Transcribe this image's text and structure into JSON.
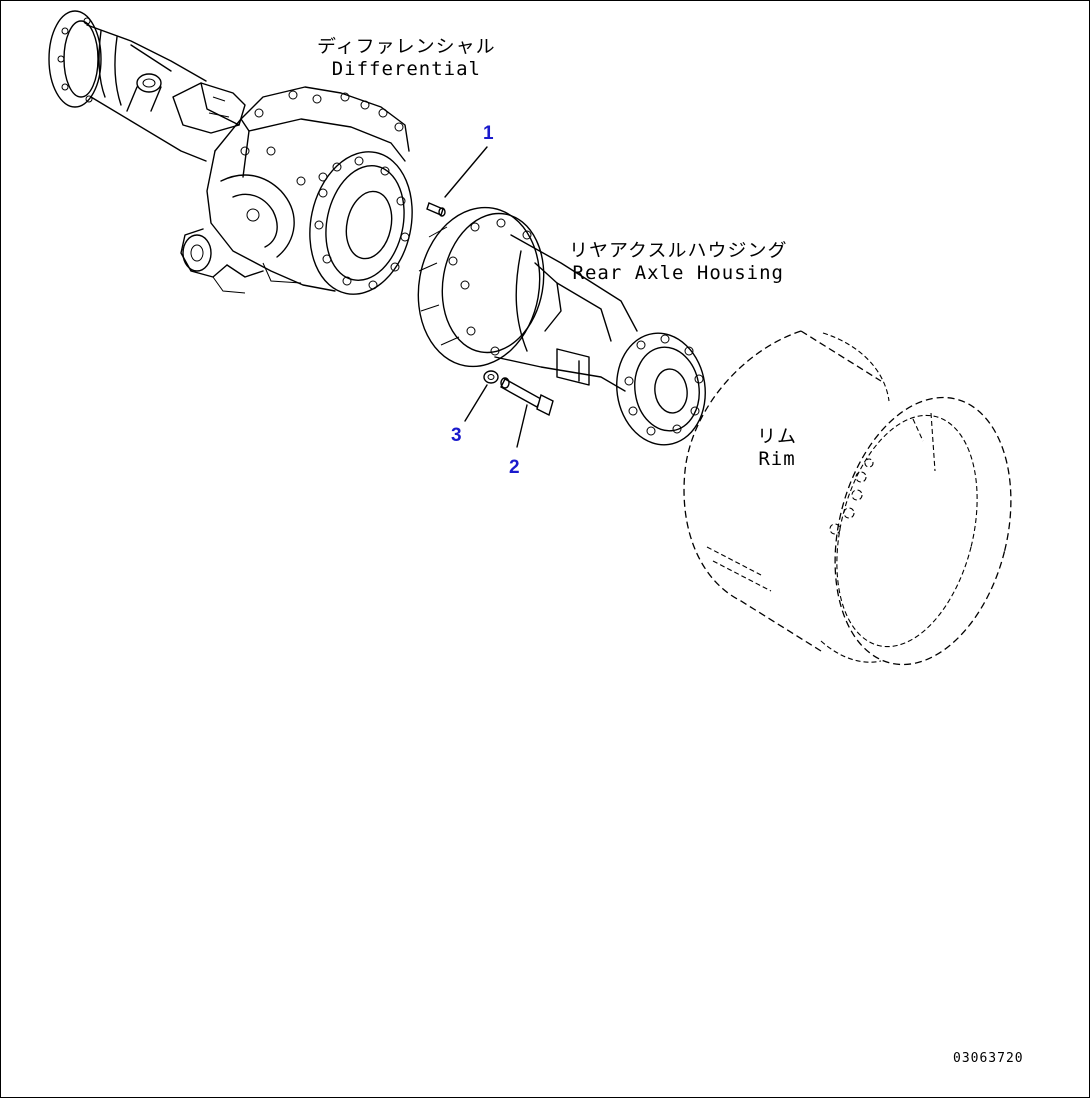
{
  "labels": {
    "differential": {
      "jp": "ディファレンシャル",
      "en": "Differential"
    },
    "rear_axle_housing": {
      "jp": "リヤアクスルハウジング",
      "en": "Rear Axle Housing"
    },
    "rim": {
      "jp": "リム",
      "en": "Rim"
    }
  },
  "callouts": [
    "1",
    "2",
    "3"
  ],
  "drawing_code": "03063720",
  "colors": {
    "line": "#000000",
    "callout": "#1a1acc",
    "background": "#ffffff"
  }
}
